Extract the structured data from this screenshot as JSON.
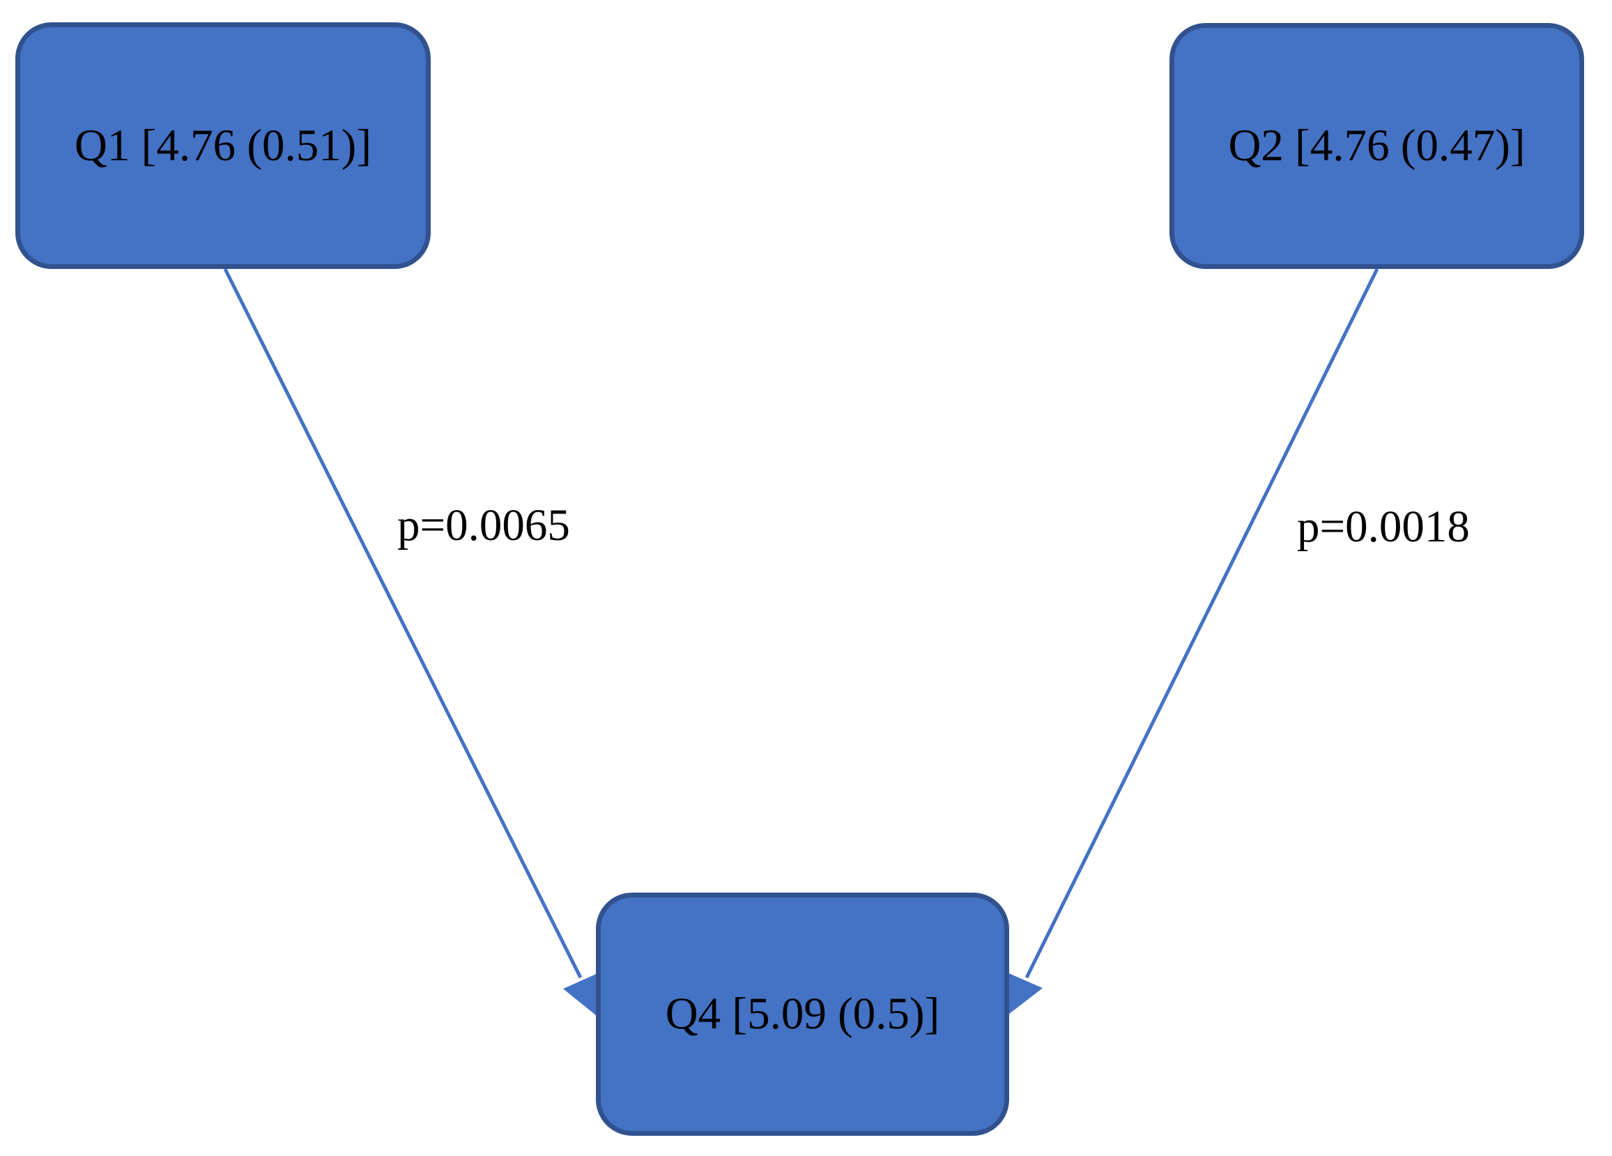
{
  "figure": {
    "type": "path-diagram",
    "background_color": "#FFFFFF",
    "node_fill_color": "#4472C4",
    "node_border_color": "#32528F",
    "connector_color": "#4472C4",
    "text_color": "#000000",
    "nodes": {
      "q1": {
        "label": "Q1 [4.76 (0.51)]"
      },
      "q2": {
        "label": "Q2 [4.76 (0.47)]"
      },
      "q4": {
        "label": "Q4 [5.09 (0.5)]"
      }
    },
    "edges": {
      "q1_to_q4": {
        "from": "Q1",
        "to": "Q4",
        "label": "p=0.0065"
      },
      "q2_to_q4": {
        "from": "Q2",
        "to": "Q4",
        "label": "p=0.0018"
      }
    }
  }
}
